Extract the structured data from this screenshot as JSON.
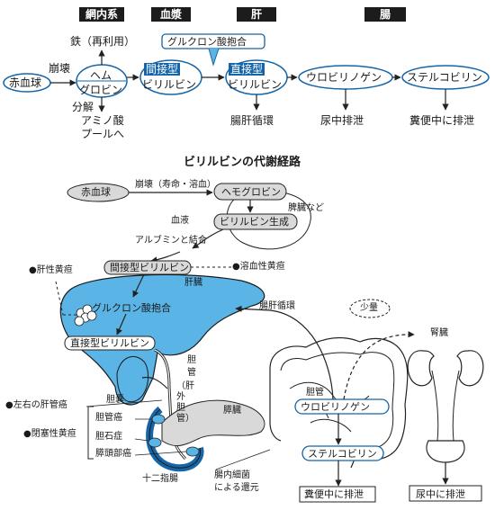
{
  "top": {
    "stages": [
      "網内系",
      "血漿",
      "肝",
      "腸"
    ],
    "rbc": "赤血球",
    "hemolysis": "崩壊",
    "iron": "鉄（再利用）",
    "heme": "ヘム",
    "globin": "グロビン",
    "decomposition": "分解",
    "amino_pool_1": "アミノ酸",
    "amino_pool_2": "プールへ",
    "indirect_1": "間接型",
    "indirect_2": "ビリルビン",
    "glucuronide": "グルクロン酸抱合",
    "direct_1": "直接型",
    "direct_2": "ビリルビン",
    "enterohepatic": "腸肝循環",
    "urobilinogen": "ウロビリノゲン",
    "urinary": "尿中排泄",
    "stercobilin": "ステルコビリン",
    "fecal": "糞便中に排泄"
  },
  "bottom": {
    "title": "ビリルビンの代謝経路",
    "rbc": "赤血球",
    "hemolysis": "崩壊（寿命・溶血）",
    "hemoglobin": "ヘモグロビン",
    "spleen_etc": "脾臓など",
    "bili_gen": "ビリルビン生成",
    "blood": "血液",
    "albumin": "アルブミンと結合",
    "indirect": "間接型ビリルビン",
    "hemolytic": "●溶血性黄疸",
    "hepatocellular": "●肝性黄疸",
    "liver": "肝臓",
    "enterohepatic": "腸肝循環",
    "glucuronide": "グルクロン酸抱合",
    "direct": "直接型ビリルビン",
    "small_amount": "少量",
    "kidney": "腎臓",
    "bile_duct_1": "胆",
    "bile_duct_2": "管",
    "extrahepatic": "（肝外胆管）",
    "hepatic_duct_cancer": "●左右の肝管癌",
    "gallbladder": "胆嚢",
    "pancreas": "膵臓",
    "obstructive": "●閉塞性黄疸",
    "causes": [
      "胆管癌",
      "胆石症",
      "膵頭部癌"
    ],
    "intestine_bile": "胆管",
    "urobilinogen": "ウロビリノゲン",
    "stercobilin": "ステルコビリン",
    "duodenum": "十二指腸",
    "bacteria_1": "腸内細菌",
    "bacteria_2": "による還元",
    "fecal": "糞便中に排泄",
    "urinary": "尿中に排泄"
  },
  "colors": {
    "organ_blue": "#5ab4e6",
    "accent_blue": "#1565a8",
    "bubble_gray": "#d9d9d9"
  }
}
